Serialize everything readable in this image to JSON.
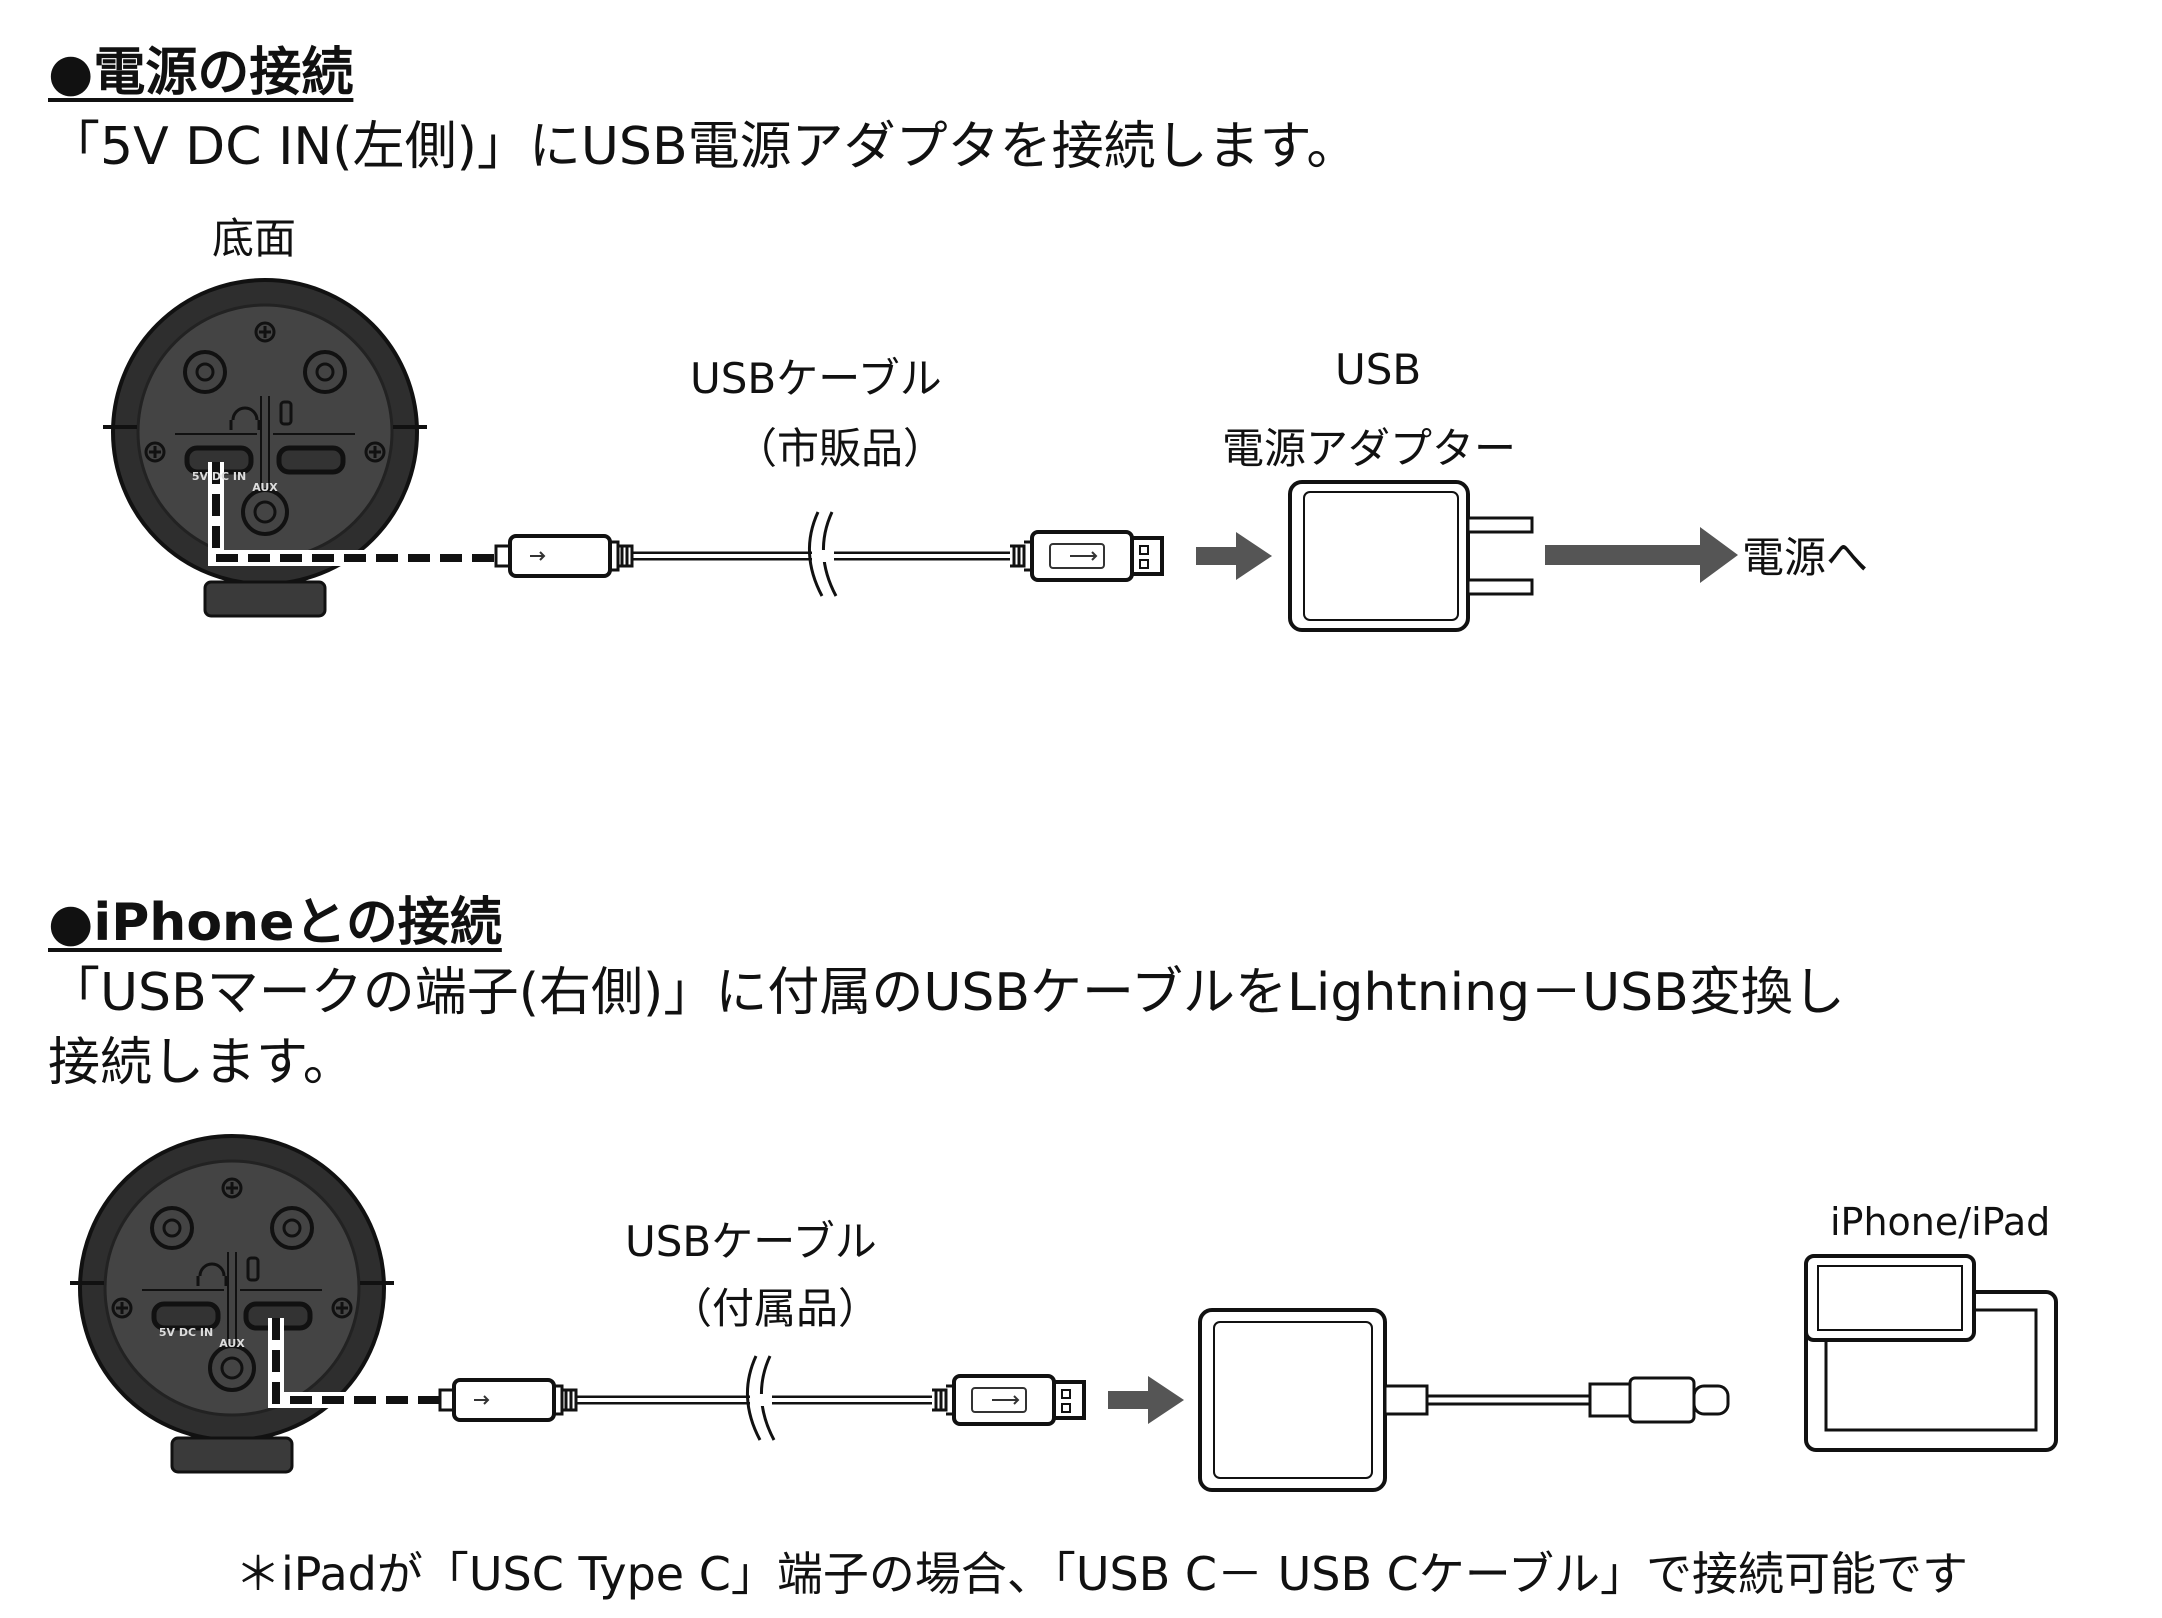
{
  "section1": {
    "heading": "●電源の接続",
    "description": "「5V DC IN(左側)」にUSB電源アダプタを接続します。",
    "labels": {
      "bottom_view": "底面",
      "cable_line1": "USBケーブル",
      "cable_line2": "（市販品）",
      "adapter_line1": "USB",
      "adapter_line2": "電源アダプター",
      "to_power": "電源へ"
    },
    "device_text": {
      "port_left": "5V DC IN",
      "port_aux": "AUX"
    }
  },
  "section2": {
    "heading": "●iPhoneとの接続",
    "description_line1": "「USBマークの端子(右側)」に付属のUSBケーブルをLightning－USB変換し",
    "description_line2": "接続します。",
    "labels": {
      "cable_line1": "USBケーブル",
      "cable_line2": "（付属品）",
      "device": "iPhone/iPad"
    },
    "device_text": {
      "port_left": "5V DC IN",
      "port_aux": "AUX"
    },
    "note": "＊iPadが「USC Type C」端子の場合、「USB C－ USB Cケーブル」で接続可能です"
  },
  "icons": {
    "device": "microphone-bottom-icon",
    "cable": "usb-cable-icon",
    "adapter": "usb-power-adapter-icon",
    "converter": "lightning-usb-adapter-icon",
    "tablet": "iphone-ipad-icon",
    "arrow": "arrow-right-icon"
  },
  "colors": {
    "line": "#1a1a1a",
    "device_body": "#3a3a3a",
    "arrow": "#555555"
  }
}
